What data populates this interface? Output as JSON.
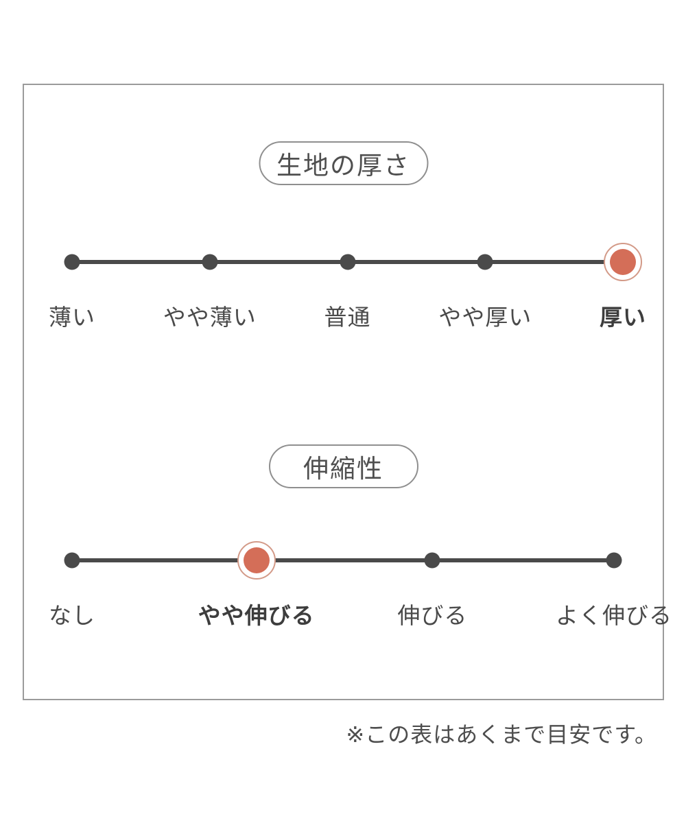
{
  "panel": {
    "footnote": "※この表はあくまで目安です。"
  },
  "colors": {
    "accent": "#d46e58",
    "accent_ring": "#d39a88",
    "track": "#4a4a4a",
    "border": "#9b9b9b",
    "text": "#4a4a4a"
  },
  "scales": [
    {
      "title": "生地の厚さ",
      "selected_index": 4,
      "selected_label": "厚い",
      "points": [
        {
          "label": "薄い",
          "selected": false
        },
        {
          "label": "やや薄い",
          "selected": false
        },
        {
          "label": "普通",
          "selected": false
        },
        {
          "label": "やや厚い",
          "selected": false
        },
        {
          "label": "厚い",
          "selected": true
        }
      ]
    },
    {
      "title": "伸縮性",
      "selected_index": 1,
      "selected_label": "やや伸びる",
      "points": [
        {
          "label": "なし",
          "selected": false
        },
        {
          "label": "やや伸びる",
          "selected": true
        },
        {
          "label": "伸びる",
          "selected": false
        },
        {
          "label": "よく伸びる",
          "selected": false
        }
      ]
    }
  ]
}
